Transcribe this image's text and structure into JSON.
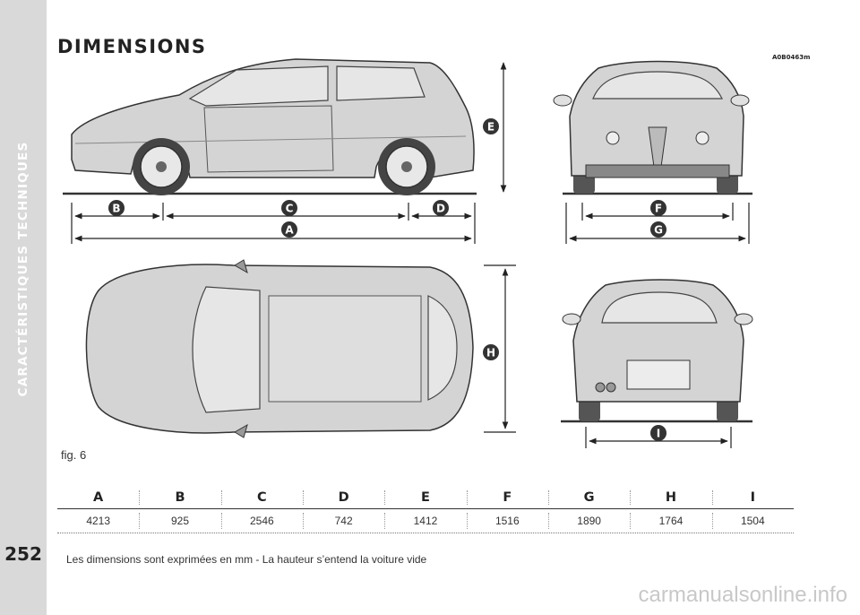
{
  "section_tab": "CARACTÉRISTIQUES TECHNIQUES",
  "page_number": "252",
  "title": "DIMENSIONS",
  "figure_code": "A0B0463m",
  "figure_label": "fig. 6",
  "markers": {
    "a": "A",
    "b": "B",
    "c": "C",
    "d": "D",
    "e": "E",
    "f": "F",
    "g": "G",
    "h": "H",
    "i": "I"
  },
  "table": {
    "headers": [
      "A",
      "B",
      "C",
      "D",
      "E",
      "F",
      "G",
      "H",
      "I"
    ],
    "values": [
      "4213",
      "925",
      "2546",
      "742",
      "1412",
      "1516",
      "1890",
      "1764",
      "1504"
    ]
  },
  "note": "Les dimensions sont exprimées en mm - La hauteur s’entend la voiture vide",
  "watermark": "carmanualsonline.info",
  "colors": {
    "tab": "#d9d9d9",
    "car_fill": "#d4d4d4",
    "marker": "#333333"
  }
}
